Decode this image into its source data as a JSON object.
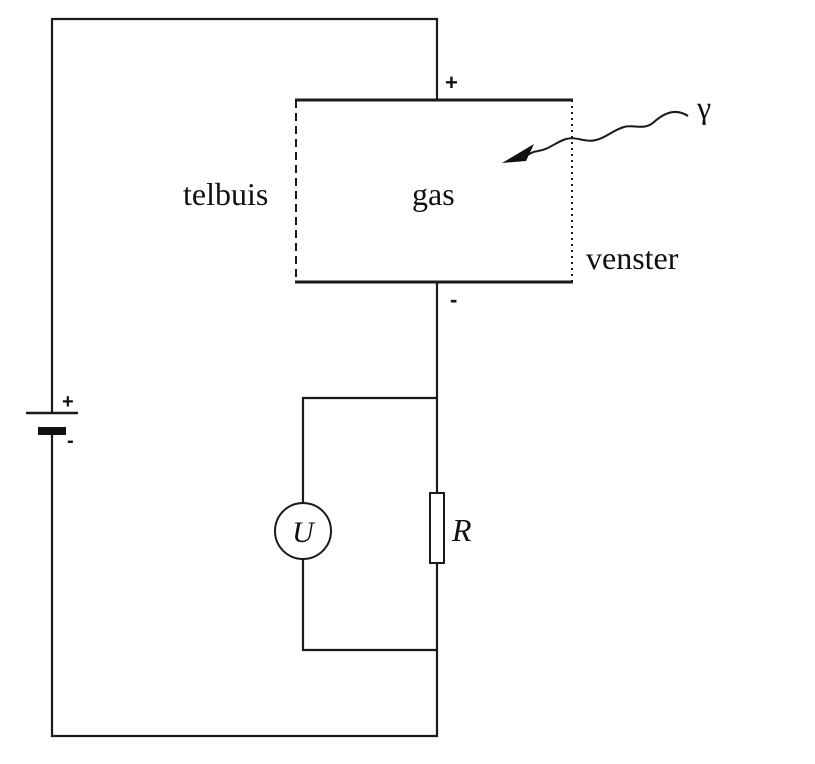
{
  "labels": {
    "telbuis": "telbuis",
    "gas": "gas",
    "venster": "venster",
    "gamma": "γ",
    "meter": "U",
    "resistor": "R"
  },
  "polarity": {
    "tube_top": "+",
    "tube_bottom": "-",
    "battery_plus": "+",
    "battery_minus": "-"
  }
}
